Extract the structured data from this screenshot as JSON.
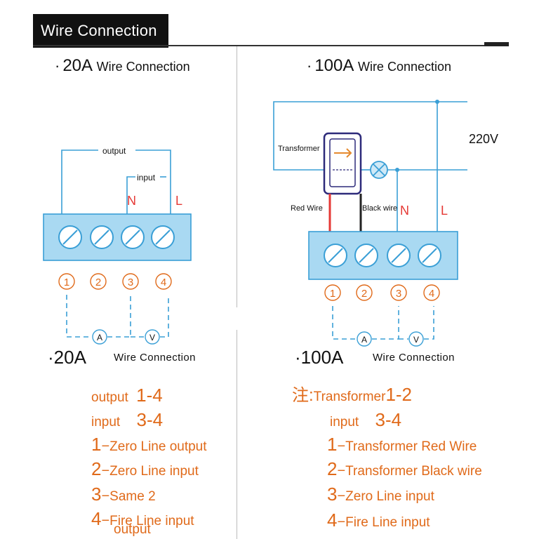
{
  "header": {
    "title": "Wire Connection"
  },
  "left": {
    "heading_dot": "·",
    "heading_amp": "20A",
    "heading_text": "Wire Connection",
    "labels": {
      "output": "output",
      "input": "input",
      "n": "N",
      "l": "L"
    },
    "terminals": [
      "1",
      "2",
      "3",
      "4"
    ],
    "meters": {
      "a": "A",
      "v": "V"
    },
    "footer_dot": "·",
    "footer_amp": "20A",
    "footer_text": "Wire Connection",
    "notes": [
      {
        "num": "",
        "text": "output",
        "value": "1-4"
      },
      {
        "num": "",
        "text": "input",
        "value": "3-4"
      },
      {
        "num": "1",
        "text": "Zero Line  output"
      },
      {
        "num": "2",
        "text": "Zero Line  input"
      },
      {
        "num": "3",
        "text": "Same 2"
      },
      {
        "num": "4",
        "text": "Fire Line input",
        "text2": "output"
      }
    ]
  },
  "right": {
    "heading_dot": "·",
    "heading_amp": "100A",
    "heading_text": "Wire Connection",
    "labels": {
      "voltage": "220V",
      "transformer": "Transformer",
      "red_wire": "Red Wire",
      "black_wire": "Black wire",
      "n": "N",
      "l": "L"
    },
    "terminals": [
      "1",
      "2",
      "3",
      "4"
    ],
    "meters": {
      "a": "A",
      "v": "V"
    },
    "footer_dot": "·",
    "footer_amp": "100A",
    "footer_text": "Wire Connection",
    "note_prefix": "注:",
    "notes": [
      {
        "num": "",
        "text": "Transformer",
        "value": "1-2"
      },
      {
        "num": "",
        "text": "input",
        "value": "3-4"
      },
      {
        "num": "1",
        "text": "Transformer Red Wire"
      },
      {
        "num": "2",
        "text": "Transformer Black wire"
      },
      {
        "num": "3",
        "text": "Zero Line  input"
      },
      {
        "num": "4",
        "text": "Fire Line input"
      }
    ]
  },
  "colors": {
    "line_blue": "#3a9fd6",
    "block_fill": "#a9d9f2",
    "orange": "#e06a1a",
    "red": "#e53935",
    "transformer_border": "#2d2a7a",
    "transformer_arrow": "#e58a2e"
  }
}
